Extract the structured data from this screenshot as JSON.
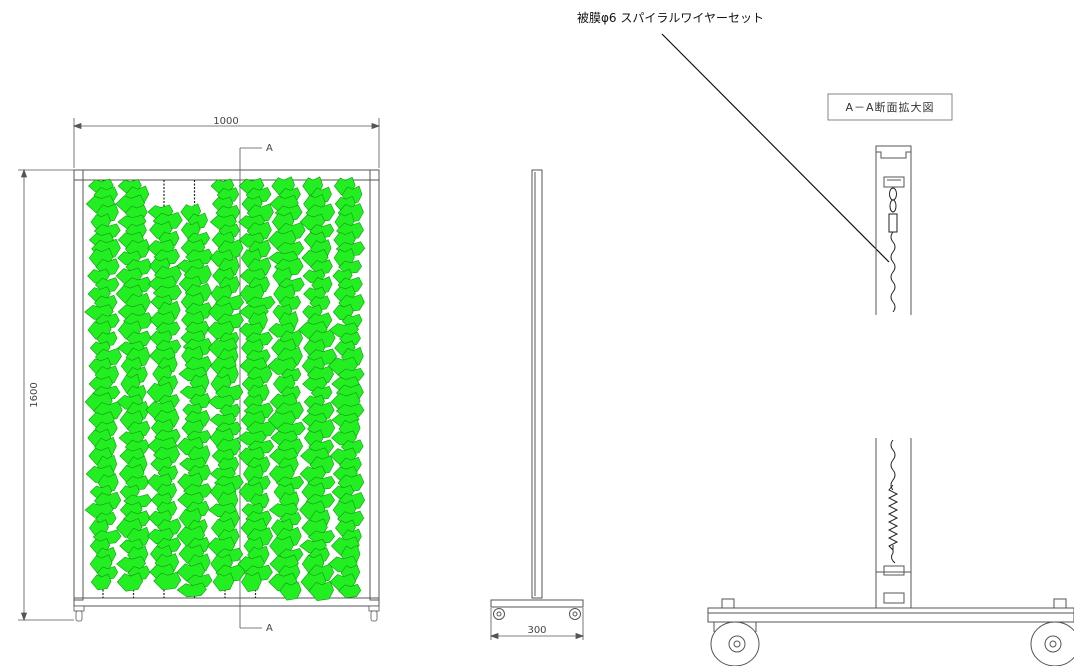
{
  "callout": {
    "label": "被膜φ6 スパイラルワイヤーセット"
  },
  "section_title": "A－A断面拡大図",
  "front_view": {
    "width_dim": "1000",
    "height_dim": "1600",
    "section_mark_top": "A",
    "section_mark_bottom": "A",
    "vine_strand_count": 9
  },
  "side_view": {
    "base_dim": "300"
  },
  "colors": {
    "line": "#555555",
    "leaf": "#22ee22",
    "leaf_dark": "#109a10",
    "chain": "#222222"
  }
}
